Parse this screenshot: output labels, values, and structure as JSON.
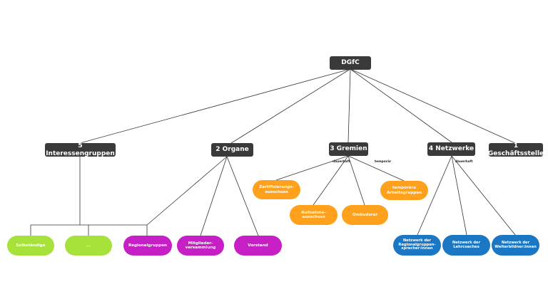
{
  "root": {
    "label": "DGfC"
  },
  "groups": [
    {
      "label": "5 Interessengruppen"
    },
    {
      "label": "2 Organe"
    },
    {
      "label": "3 Gremien"
    },
    {
      "label": "4 Netzwerke"
    },
    {
      "label": "1 Geschäftsstelle"
    }
  ],
  "interessengruppen": [
    {
      "label": "Selbständige"
    },
    {
      "label": "..."
    },
    {
      "label": "Regionalgruppen"
    }
  ],
  "organe": [
    {
      "label": "Mitglieder-\nversammlung"
    },
    {
      "label": "Vorstand"
    }
  ],
  "gremien": [
    {
      "label": "Zertifizierungs-\nausschuss"
    },
    {
      "label": "Aufnahme-\nausschuss"
    },
    {
      "label": "Ombudsrat"
    },
    {
      "label": "temporäre\nArbeitsgruppen"
    }
  ],
  "netzwerke": [
    {
      "label": "Netzwerk der\nRegionalgruppen-\nsprecher:innen"
    },
    {
      "label": "Netzwerk der\nLehrcoaches"
    },
    {
      "label": "Netzwerk der\nWeiterbildner:innen"
    }
  ],
  "edge_labels": {
    "gremien_dauerhaft": "dauerhaft",
    "gremien_temporaer": "temporär",
    "netzwerke_dauerhaft": "dauerhaft"
  },
  "colors": {
    "dark": "#3a3a3a",
    "green": "#a6e23a",
    "magenta": "#c51fc5",
    "orange": "#ffa11d",
    "blue": "#1b76c4",
    "line": "#333333"
  }
}
